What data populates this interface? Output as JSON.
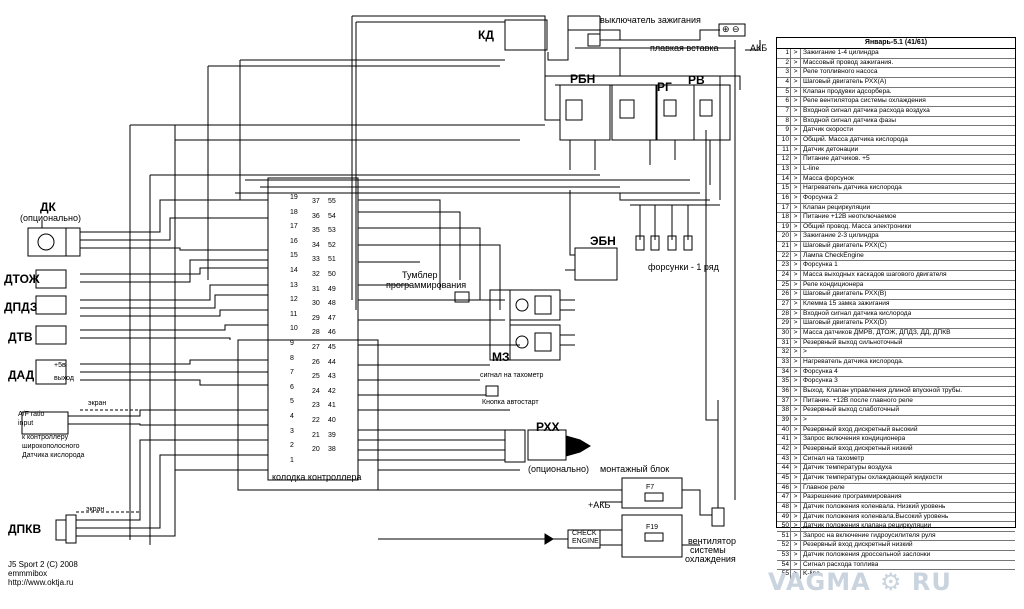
{
  "labels": {
    "kd": "КД",
    "ignition_switch": "выключатель зажигания",
    "fuse_link": "плавкая вставка",
    "akb": "АКБ",
    "akb_plus": "⊕ ⊖",
    "rbn": "РБН",
    "rg": "РГ",
    "rv": "РВ",
    "dk": "ДК",
    "dk_opt": "(опционально)",
    "dtozh": "ДТОЖ",
    "dpdz": "ДПДЗ",
    "dtv": "ДТВ",
    "dad": "ДАД",
    "dad_plus": "+5в",
    "dad_out": "выход",
    "af_ratio": "A/F ratio",
    "af_input": "input",
    "shield": "экран",
    "to_controller_1": "к контроллеру",
    "to_controller_2": "широкополосного",
    "to_controller_3": "Датчика кислорода",
    "dpkv": "ДПКВ",
    "shield2": "экран",
    "ebn": "ЭБН",
    "injectors": "форсунки - 1 ряд",
    "toggle_1": "Тумблер",
    "toggle_2": "программирования",
    "mz": "МЗ",
    "tacho": "сигнал на тахометр",
    "autostart": "Кнопка автостарт",
    "rxx": "РХХ",
    "rxx_opt": "(опционально)",
    "connector_block": "колодка контроллера",
    "mount_block": "монтажный блок",
    "akb2": "+АКБ",
    "f7": "F7",
    "f19": "F19",
    "check_engine_1": "CHECK",
    "check_engine_2": "ENGINE",
    "fan_1": "вентилятор",
    "fan_2": "системы",
    "fan_3": "охлаждения",
    "footer_1": "J5 Sport 2 (C) 2008",
    "footer_2": "emmmibox",
    "footer_3": "http://www.oktja.ru",
    "watermark": "VAGMA ⚙ RU"
  },
  "left_pins": [
    "19",
    "18",
    "17",
    "16",
    "15",
    "14",
    "13",
    "12",
    "11",
    "10",
    "9",
    "8",
    "7",
    "6",
    "5",
    "4",
    "3",
    "2",
    "1"
  ],
  "mid_pins_a": [
    "37",
    "36",
    "35",
    "34",
    "33",
    "32",
    "31",
    "30",
    "29",
    "28",
    "27",
    "26",
    "25",
    "24",
    "23",
    "22",
    "21",
    "20"
  ],
  "mid_pins_b": [
    "55",
    "54",
    "53",
    "52",
    "51",
    "50",
    "49",
    "48",
    "47",
    "46",
    "45",
    "44",
    "43",
    "42",
    "41",
    "40",
    "39",
    "38"
  ],
  "legend": {
    "title": "Январь-5.1 (41/61)",
    "rows": [
      {
        "n": "1",
        "d": "Зажигание 1-4 цилиндра"
      },
      {
        "n": "2",
        "d": "Массовый провод зажигания."
      },
      {
        "n": "3",
        "d": "Реле топливного насоса"
      },
      {
        "n": "4",
        "d": "Шаговый двигатель РХХ(A)"
      },
      {
        "n": "5",
        "d": "Клапан продувки адсорбера."
      },
      {
        "n": "6",
        "d": "Реле вентилятора системы охлаждения"
      },
      {
        "n": "7",
        "d": "Входной сигнал датчика расхода воздуха"
      },
      {
        "n": "8",
        "d": "Входной сигнал датчика фазы"
      },
      {
        "n": "9",
        "d": "Датчик скорости"
      },
      {
        "n": "10",
        "d": "Общий. Масса датчика кислорода"
      },
      {
        "n": "11",
        "d": "Датчик детонации"
      },
      {
        "n": "12",
        "d": "Питание датчиков. +5"
      },
      {
        "n": "13",
        "d": "L-line"
      },
      {
        "n": "14",
        "d": "Масса форсунок"
      },
      {
        "n": "15",
        "d": "Нагреватель датчика кислорода"
      },
      {
        "n": "16",
        "d": "Форсунка 2"
      },
      {
        "n": "17",
        "d": "Клапан рециркуляции"
      },
      {
        "n": "18",
        "d": "Питание +12В неотключаемое"
      },
      {
        "n": "19",
        "d": "Общий провод. Масса электроники"
      },
      {
        "n": "20",
        "d": "Зажигание 2-3 цилиндра"
      },
      {
        "n": "21",
        "d": "Шаговый двигатель РХХ(С)"
      },
      {
        "n": "22",
        "d": "Лампа CheckEngine"
      },
      {
        "n": "23",
        "d": "Форсунка 1"
      },
      {
        "n": "24",
        "d": "Масса выходных каскадов шагового двигателя"
      },
      {
        "n": "25",
        "d": "Реле кондиционера"
      },
      {
        "n": "26",
        "d": "Шаговый двигатель РХХ(В)"
      },
      {
        "n": "27",
        "d": "Клемма 15 замка зажигания"
      },
      {
        "n": "28",
        "d": "Входной сигнал датчика кислорода"
      },
      {
        "n": "29",
        "d": "Шаговый двигатель РХХ(D)"
      },
      {
        "n": "30",
        "d": "Масса датчиков ДМРВ, ДТОЖ, ДПДЗ, ДД, ДПКВ"
      },
      {
        "n": "31",
        "d": "Резервный выход сильноточный"
      },
      {
        "n": "32",
        "d": ">"
      },
      {
        "n": "33",
        "d": "Нагреватель датчика кислорода."
      },
      {
        "n": "34",
        "d": "Форсунка 4"
      },
      {
        "n": "35",
        "d": "Форсунка 3"
      },
      {
        "n": "36",
        "d": "Выход. Клапан управления длиной впускной трубы."
      },
      {
        "n": "37",
        "d": "Питание. +12В после главного реле"
      },
      {
        "n": "38",
        "d": "Резервный выход слаботочный"
      },
      {
        "n": "39",
        "d": ">"
      },
      {
        "n": "40",
        "d": "Резервный вход дискретный высокий"
      },
      {
        "n": "41",
        "d": "Запрос включения кондиционера"
      },
      {
        "n": "42",
        "d": "Резервный вход дискретный низкий"
      },
      {
        "n": "43",
        "d": "Сигнал на тахометр"
      },
      {
        "n": "44",
        "d": "Датчик температуры воздуха"
      },
      {
        "n": "45",
        "d": "Датчик температуры охлаждающей жидкости"
      },
      {
        "n": "46",
        "d": "Главное реле"
      },
      {
        "n": "47",
        "d": "Разрешение программирования"
      },
      {
        "n": "48",
        "d": "Датчик положения коленвала. Низкий уровень"
      },
      {
        "n": "49",
        "d": "Датчик положения коленвала.Высокий уровень"
      },
      {
        "n": "50",
        "d": "Датчик положения клапана рециркуляции"
      },
      {
        "n": "51",
        "d": "Запрос на включение гидроусилителя руля"
      },
      {
        "n": "52",
        "d": "Резервный вход дискретный низкий"
      },
      {
        "n": "53",
        "d": "Датчик положения дроссельной заслонки"
      },
      {
        "n": "54",
        "d": "Сигнал расхода топлива"
      },
      {
        "n": "55",
        "d": "K-line"
      }
    ]
  }
}
